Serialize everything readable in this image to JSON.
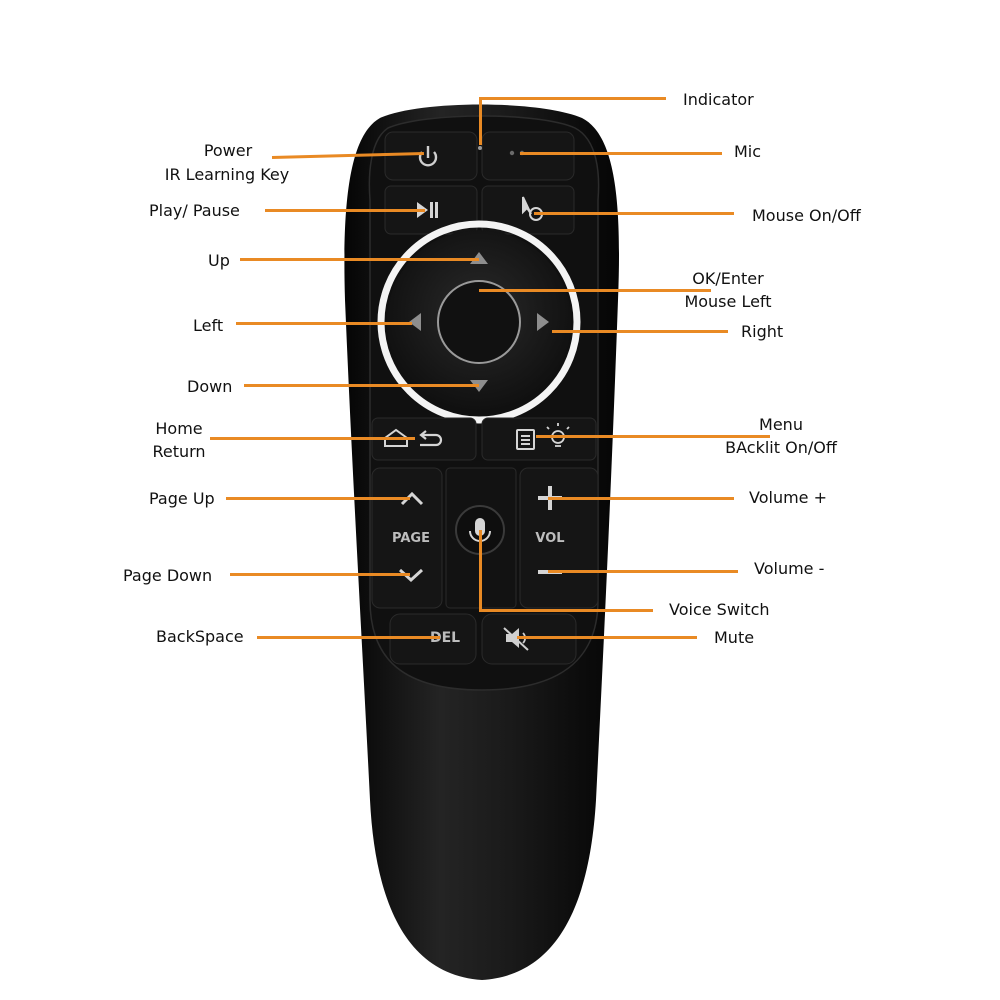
{
  "colors": {
    "accent": "#e98a24",
    "remote_body": "#141414",
    "ring_light": "#f2f2f2",
    "button_text": "#bdbdbd"
  },
  "labels": {
    "indicator": "Indicator",
    "mic": "Mic",
    "power": "Power",
    "ir_learning": "IR Learning Key",
    "play_pause": "Play/ Pause",
    "mouse_onoff": "Mouse On/Off",
    "up": "Up",
    "ok_enter": "OK/Enter",
    "mouse_left": "Mouse Left",
    "left": "Left",
    "right": "Right",
    "down": "Down",
    "home": "Home",
    "return": "Return",
    "menu": "Menu",
    "backlit": "BAcklit On/Off",
    "page_up": "Page Up",
    "volume_plus": "Volume +",
    "page_down": "Page Down",
    "volume_minus": "Volume -",
    "voice_switch": "Voice Switch",
    "backspace": "BackSpace",
    "mute": "Mute"
  },
  "remote": {
    "page_label": "PAGE",
    "vol_label": "VOL",
    "del_label": "DEL",
    "icons": [
      "power-icon",
      "play-pause-icon",
      "mouse-icon",
      "arrow-up-icon",
      "arrow-down-icon",
      "arrow-left-icon",
      "arrow-right-icon",
      "home-icon",
      "return-icon",
      "menu-icon",
      "backlight-icon",
      "chevron-up-icon",
      "chevron-down-icon",
      "plus-icon",
      "minus-icon",
      "microphone-icon",
      "mute-icon"
    ]
  }
}
